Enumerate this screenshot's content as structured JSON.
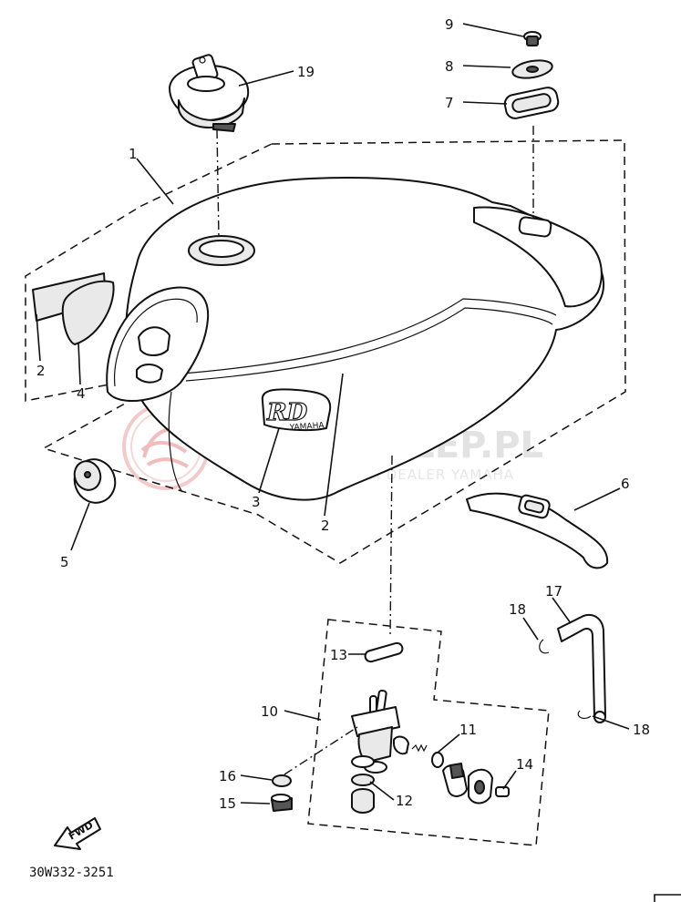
{
  "watermark": {
    "brand": "YAMA-SKLEP.PL",
    "subtitle": "MOTOCIECHOWICTI DEALER YAMAHA"
  },
  "tank_badge": {
    "logo": "RD",
    "maker": "YAMAHA"
  },
  "fwd_label": "FWD",
  "diagram_code": "30W332-3251",
  "callouts": [
    {
      "id": "c19",
      "text": "19"
    },
    {
      "id": "c9",
      "text": "9"
    },
    {
      "id": "c8",
      "text": "8"
    },
    {
      "id": "c7",
      "text": "7"
    },
    {
      "id": "c1",
      "text": "1"
    },
    {
      "id": "c2a",
      "text": "2"
    },
    {
      "id": "c4",
      "text": "4"
    },
    {
      "id": "c3",
      "text": "3"
    },
    {
      "id": "c2b",
      "text": "2"
    },
    {
      "id": "c5",
      "text": "5"
    },
    {
      "id": "c6",
      "text": "6"
    },
    {
      "id": "c17",
      "text": "17"
    },
    {
      "id": "c18a",
      "text": "18"
    },
    {
      "id": "c18b",
      "text": "18"
    },
    {
      "id": "c13",
      "text": "13"
    },
    {
      "id": "c10",
      "text": "10"
    },
    {
      "id": "c11",
      "text": "11"
    },
    {
      "id": "c14",
      "text": "14"
    },
    {
      "id": "c12",
      "text": "12"
    },
    {
      "id": "c16",
      "text": "16"
    },
    {
      "id": "c15",
      "text": "15"
    }
  ]
}
